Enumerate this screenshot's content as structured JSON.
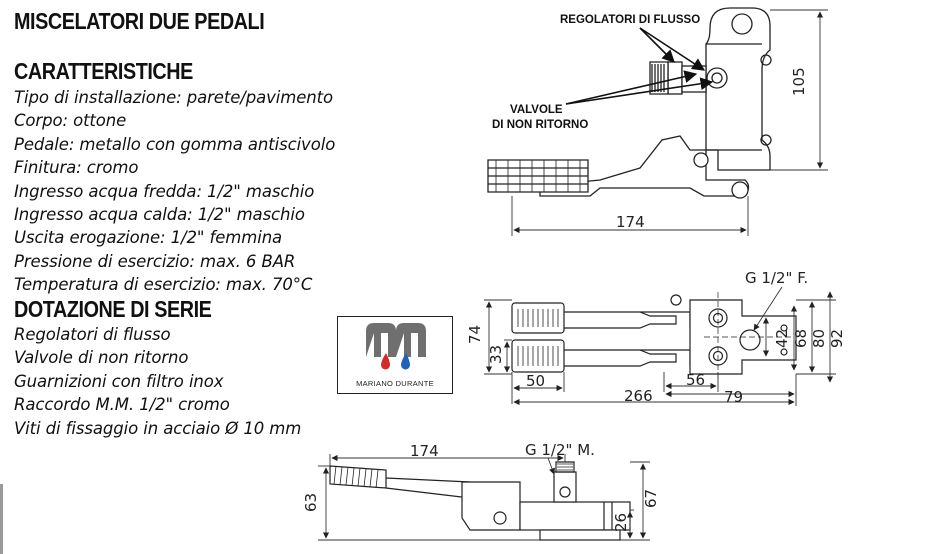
{
  "title": "MISCELATORI DUE PEDALI",
  "caratteristiche": {
    "heading": "CARATTERISTICHE",
    "items": [
      "Tipo di installazione: parete/pavimento",
      "Corpo: ottone",
      "Pedale: metallo con gomma antiscivolo",
      "Finitura: cromo",
      "Ingresso acqua fredda: 1/2\" maschio",
      "Ingresso acqua calda: 1/2\" maschio",
      "Uscita erogazione: 1/2\" femmina",
      "Pressione di esercizio: max. 6 BAR",
      "Temperatura di esercizio: max. 70°C"
    ]
  },
  "dotazione": {
    "heading": "DOTAZIONE DI SERIE",
    "items": [
      "Regolatori di flusso",
      "Valvole di non ritorno",
      "Guarnizioni con filtro inox",
      "Raccordo M.M. 1/2\" cromo",
      "Viti di fissaggio in acciaio Ø 10 mm"
    ]
  },
  "logo": {
    "text": "MARIANO DURANTE",
    "colors": {
      "mark": "#6f6f6f",
      "cold_drop": "#1e63b8",
      "hot_drop": "#d42a2a"
    }
  },
  "side_view": {
    "callout_regolatori": "REGOLATORI DI FLUSSO",
    "callout_valvole_line1": "VALVOLE",
    "callout_valvole_line2": "DI NON RITORNO",
    "dim_height": "105",
    "dim_length": "174"
  },
  "top_view": {
    "thread_label": "G 1/2\" F.",
    "dim_74": "74",
    "dim_33": "33",
    "dim_50": "50",
    "dim_266": "266",
    "dim_56": "56",
    "dim_79": "79",
    "dim_42": "42",
    "dim_68": "68",
    "dim_80": "80",
    "dim_92": "92"
  },
  "front_view": {
    "thread_label": "G 1/2\" M.",
    "dim_174": "174",
    "dim_63": "63",
    "dim_67": "67",
    "dim_26": "26"
  }
}
